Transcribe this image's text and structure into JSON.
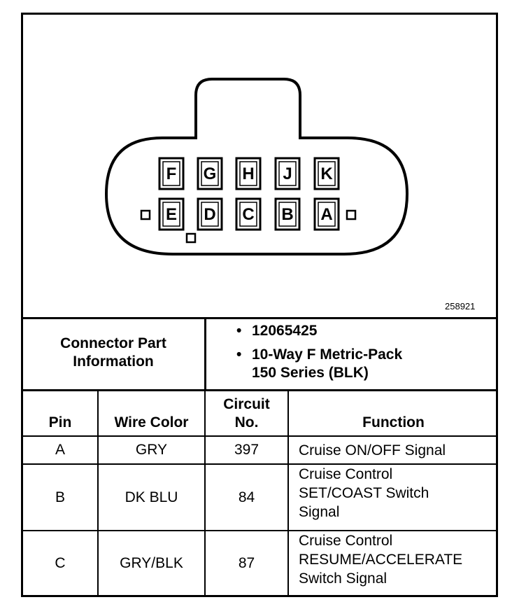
{
  "diagram": {
    "pins_top": [
      "F",
      "G",
      "H",
      "J",
      "K"
    ],
    "pins_bottom": [
      "E",
      "D",
      "C",
      "B",
      "A"
    ],
    "figure_number": "258921"
  },
  "part_info": {
    "label_line1": "Connector Part",
    "label_line2": "Information",
    "part_number": "12065425",
    "description_line1": "10-Way F Metric-Pack",
    "description_line2": "150 Series (BLK)"
  },
  "table": {
    "headers": {
      "pin": "Pin",
      "wire_color": "Wire Color",
      "circuit_line1": "Circuit",
      "circuit_line2": "No.",
      "function": "Function"
    },
    "rows": [
      {
        "pin": "A",
        "wire_color": "GRY",
        "circuit": "397",
        "function": [
          "Cruise ON/OFF Signal"
        ]
      },
      {
        "pin": "B",
        "wire_color": "DK BLU",
        "circuit": "84",
        "function": [
          "Cruise Control",
          "SET/COAST Switch",
          "Signal"
        ]
      },
      {
        "pin": "C",
        "wire_color": "GRY/BLK",
        "circuit": "87",
        "function": [
          "Cruise Control",
          "RESUME/ACCELERATE",
          "Switch Signal"
        ]
      }
    ]
  }
}
